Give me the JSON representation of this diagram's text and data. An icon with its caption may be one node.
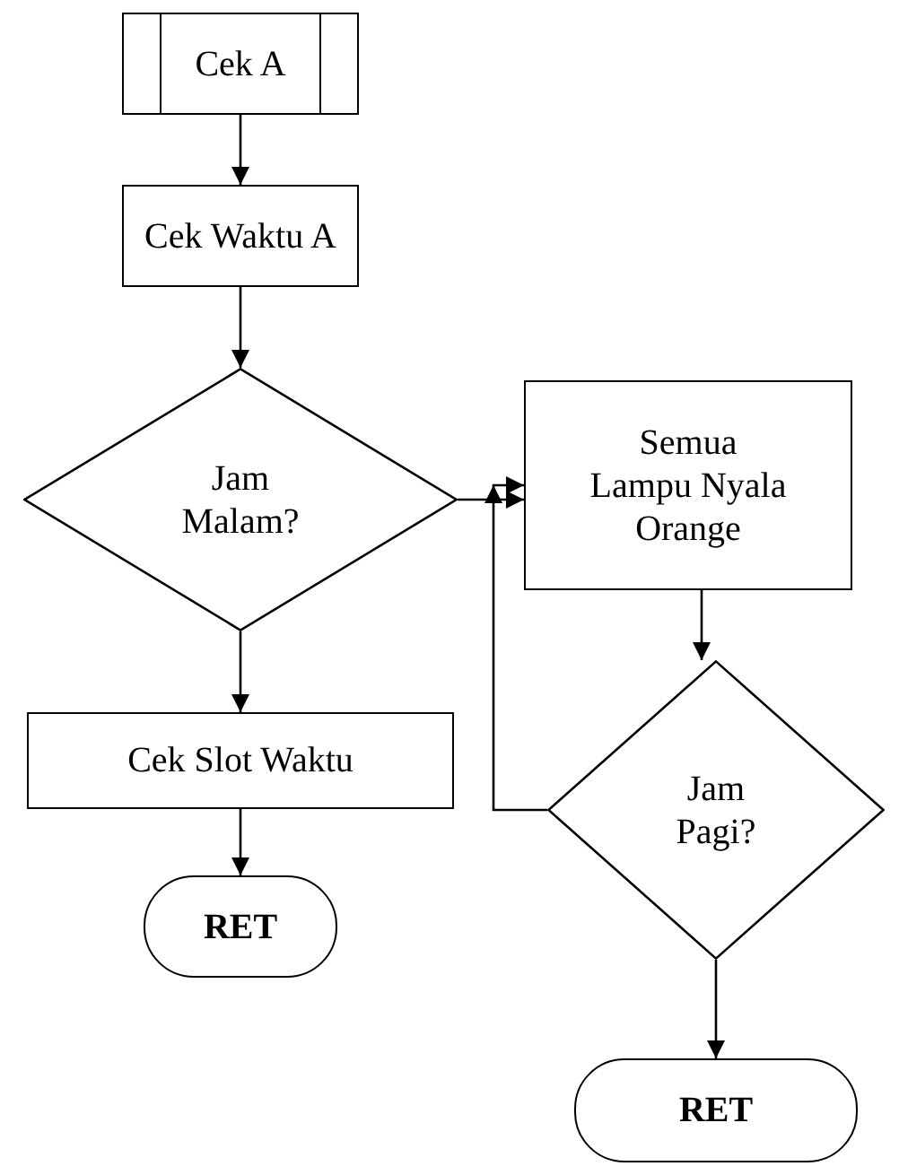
{
  "diagram": {
    "nodes": [
      {
        "text": [
          "Cek A"
        ]
      },
      {
        "text": [
          "Cek Waktu A"
        ]
      },
      {
        "text": [
          "Jam Malam?"
        ]
      },
      {
        "text": [
          "Cek Slot Waktu"
        ]
      },
      {
        "text": [
          "RET"
        ]
      },
      {
        "text": [
          "Semua Lampu Nyala Orange"
        ]
      },
      {
        "text": [
          "Jam Pagi?"
        ]
      },
      {
        "text": [
          "RET"
        ]
      }
    ],
    "edges": [
      {
        "from": 0,
        "to": 1,
        "arrow": "to"
      },
      {
        "from": 1,
        "to": 2,
        "arrow": "to"
      },
      {
        "from": 2,
        "to": 3,
        "arrow": "to"
      },
      {
        "from": 3,
        "to": 4,
        "arrow": "to"
      },
      {
        "from": 2,
        "to": 5,
        "arrow": "to"
      },
      {
        "from": 5,
        "to": 6,
        "arrow": "to"
      },
      {
        "from": 6,
        "to": 7,
        "arrow": "to"
      },
      {
        "from": 6,
        "to": 5,
        "arrow": "to"
      }
    ]
  }
}
